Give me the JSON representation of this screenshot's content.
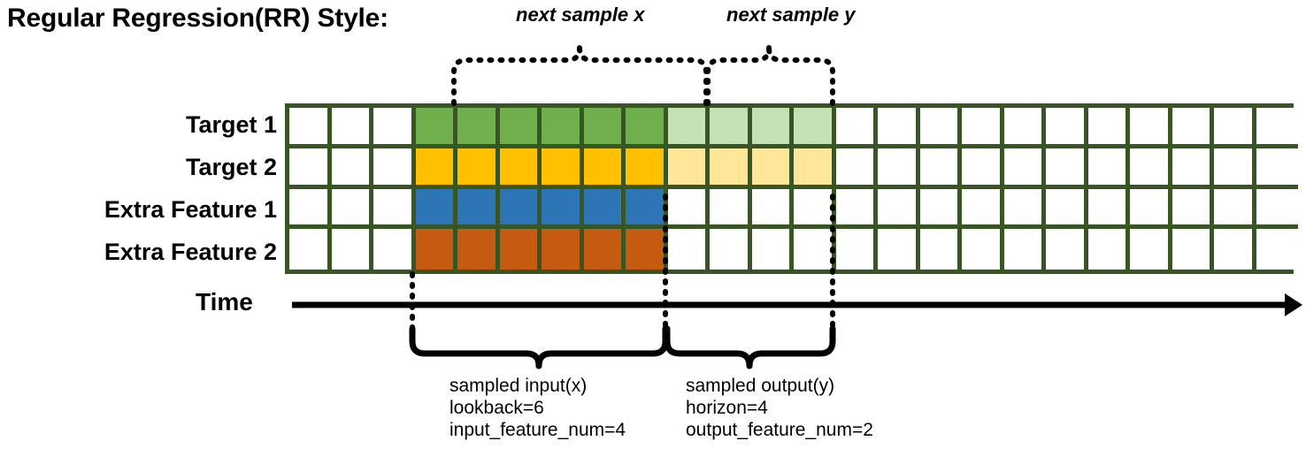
{
  "title": "Regular Regression(RR) Style:",
  "rows": [
    {
      "label": "Target 1",
      "color_key": "green",
      "light_key": "light_green"
    },
    {
      "label": "Target 2",
      "color_key": "yellow",
      "light_key": "light_yellow"
    },
    {
      "label": "Extra Feature 1",
      "color_key": "blue",
      "light_key": null
    },
    {
      "label": "Extra Feature 2",
      "color_key": "orange",
      "light_key": null
    }
  ],
  "grid": {
    "total_columns": 24,
    "leading_blank_columns": 3,
    "input_start_column": 3,
    "input_columns": 6,
    "output_start_column": 9,
    "output_columns": 4,
    "trailing_blank_columns": 11
  },
  "colors": {
    "grid_border": "#375623",
    "cell_blank": "#ffffff",
    "green": "#6FAF4C",
    "light_green": "#C5E0B4",
    "yellow": "#FFC000",
    "light_yellow": "#FFE699",
    "blue": "#2E75B6",
    "orange": "#C55A11",
    "annotation": "#000000"
  },
  "top_braces": [
    {
      "label": "next sample x"
    },
    {
      "label": "next sample y"
    }
  ],
  "time_axis": {
    "label": "Time"
  },
  "bottom_braces": [
    {
      "lines": [
        "sampled input(x)",
        "lookback=6",
        "input_feature_num=4"
      ],
      "title": "sampled input(x)",
      "param1": "lookback=6",
      "param2": "input_feature_num=4"
    },
    {
      "lines": [
        "sampled output(y)",
        "horizon=4",
        "output_feature_num=2"
      ],
      "title": "sampled output(y)",
      "param1": "horizon=4",
      "param2": "output_feature_num=2"
    }
  ]
}
